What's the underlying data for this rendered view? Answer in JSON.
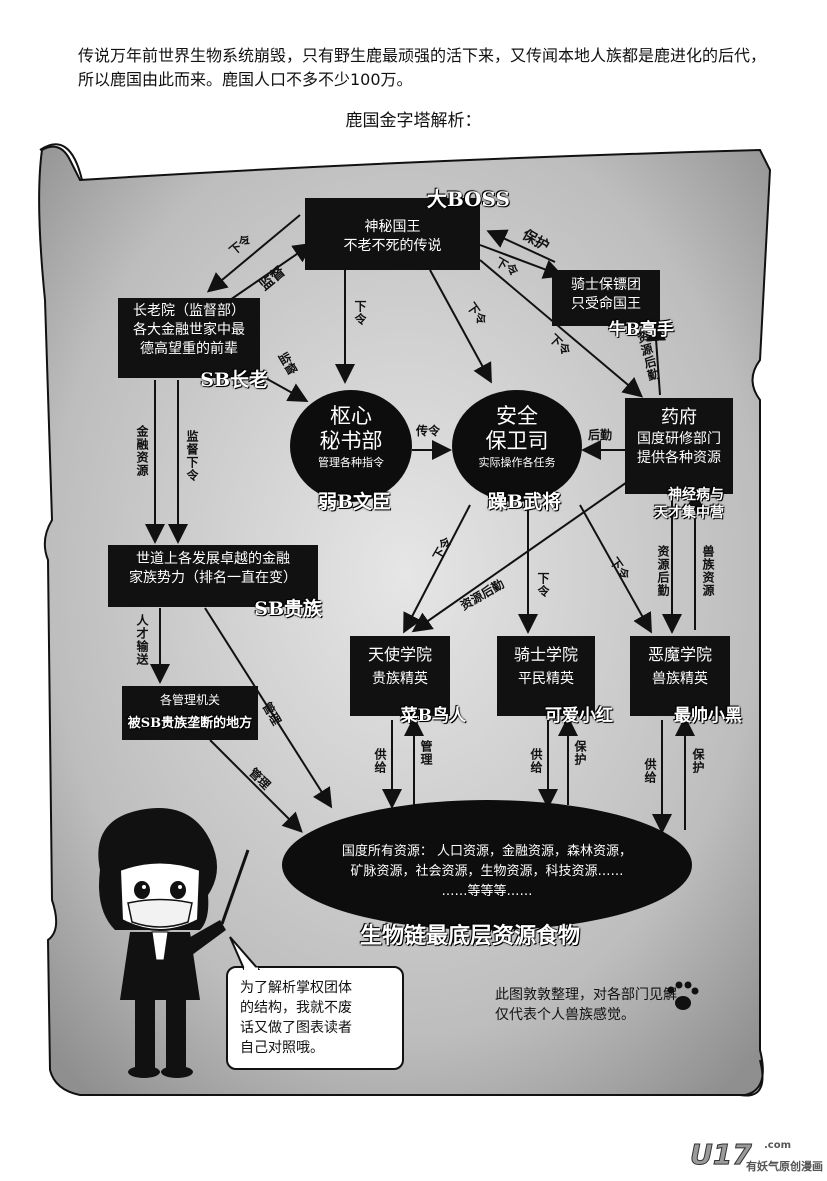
{
  "intro": "传说万年前世界生物系统崩毁，只有野生鹿最顽强的活下来，又传闻本地人族都是鹿进化的后代，所以鹿国由此而来。鹿国人口不多不少100万。",
  "heading": "鹿国金字塔解析：",
  "nodes": {
    "boss": {
      "tag": "大BOSS",
      "lines": [
        "神秘国王",
        "不老不死的传说"
      ]
    },
    "knights_guard": {
      "lines": [
        "骑士保镖团",
        "只受命国王"
      ],
      "tag": "牛B高手"
    },
    "elders": {
      "lines": [
        "长老院（监督部）",
        "各大金融世家中最",
        "德高望重的前辈"
      ],
      "tag": "SB长老"
    },
    "secretariat": {
      "title": [
        "枢心",
        "秘书部"
      ],
      "sub": "管理各种指令",
      "tag": "弱B文臣"
    },
    "security": {
      "title": [
        "安全",
        "保卫司"
      ],
      "sub": "实际操作各任务",
      "tag": "躁B武将"
    },
    "pharmacy": {
      "title": "药府",
      "lines": [
        "国度研修部门",
        "提供各种资源"
      ],
      "tag": [
        "神经病与",
        "天才集中营"
      ]
    },
    "nobles": {
      "lines": [
        "世道上各发展卓越的金融",
        "家族势力（排名一直在变）"
      ],
      "tag": "SB贵族"
    },
    "agencies": {
      "title": "各管理机关",
      "tag": "被SB贵族垄断的地方"
    },
    "angel": {
      "title": "天使学院",
      "sub": "贵族精英",
      "tag": "菜B鸟人"
    },
    "knight_academy": {
      "title": "骑士学院",
      "sub": "平民精英",
      "tag": "可爱小红"
    },
    "demon": {
      "title": "恶魔学院",
      "sub": "兽族精英",
      "tag": "最帅小黑"
    },
    "resources": {
      "lines": [
        "国度所有资源： 人口资源，金融资源，森林资源，",
        "矿脉资源，社会资源，生物资源，科技资源……",
        "……等等等……"
      ],
      "tag": "生物链最底层资源食物"
    }
  },
  "edges": {
    "order": "下令",
    "supervise": "监督",
    "protect": "保护",
    "pass_order": "传令",
    "support": "后勤",
    "finance": "金融资源",
    "supervise_order": "监督下令",
    "talent": "人才输送",
    "resource_support": "资源后勤",
    "beast_resource": "兽族资源",
    "manage": "管理",
    "supply": "供给",
    "protect2": "保护"
  },
  "bubble": [
    "为了解析掌权团体",
    "的结构，我就不废",
    "话又做了图表读者",
    "自己对照哦。"
  ],
  "footnote": [
    "此图敦敦整理，对各部门见解",
    "仅代表个人兽族感觉。"
  ],
  "watermark": {
    "brand": "U17",
    "sub": "有妖气原创漫画",
    "com": ".com"
  }
}
